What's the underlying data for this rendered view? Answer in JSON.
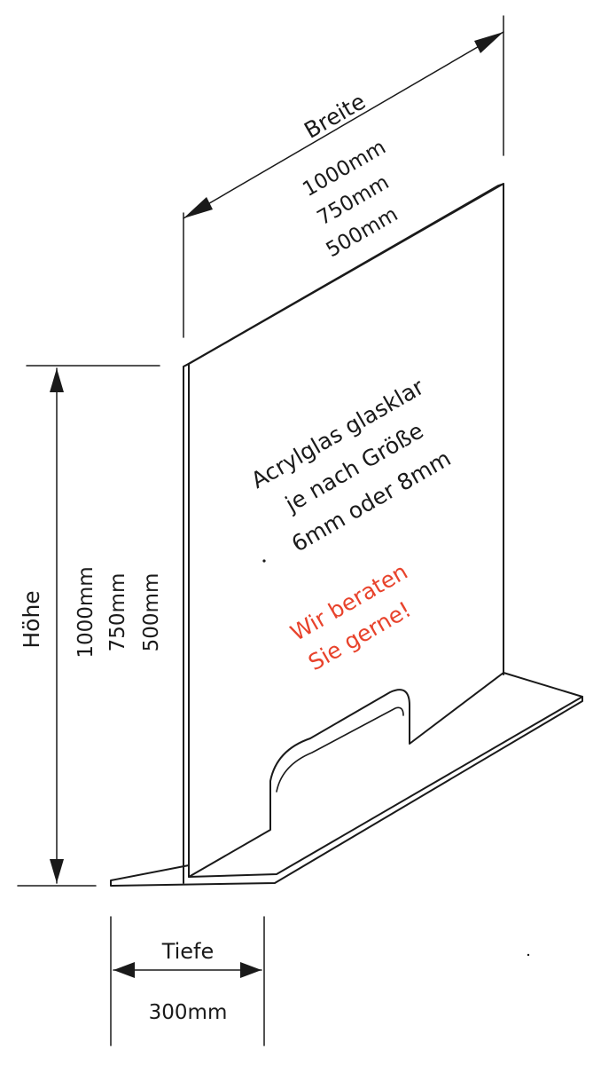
{
  "breite": {
    "label": "Breite",
    "values": [
      "1000mm",
      "750mm",
      "500mm"
    ]
  },
  "hoehe": {
    "label": "Höhe",
    "values": [
      "1000mm",
      "750mm",
      "500mm"
    ]
  },
  "tiefe": {
    "label": "Tiefe",
    "value": "300mm"
  },
  "panel_text": {
    "lines": [
      "Acrylglas glasklar",
      "je nach Größe",
      "6mm oder 8mm"
    ]
  },
  "advice": {
    "lines": [
      "Wir beraten",
      "Sie gerne!"
    ],
    "color": "#e8432c"
  },
  "colors": {
    "ink": "#1a1a1a",
    "paper": "#ffffff"
  }
}
